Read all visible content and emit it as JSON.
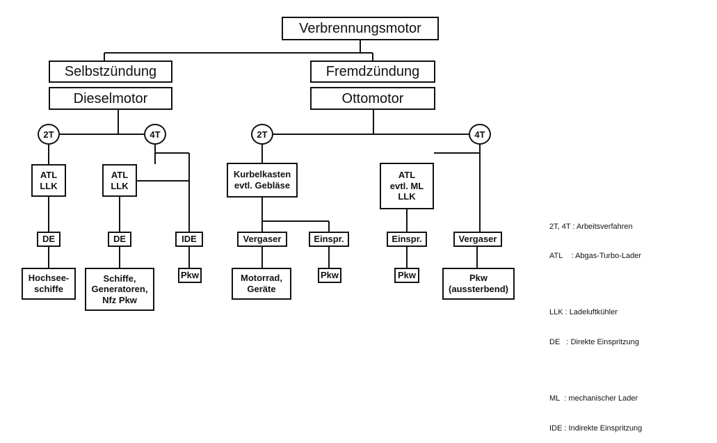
{
  "root": "Verbrennungsmotor",
  "left": {
    "ignition": "Selbstzündung",
    "engine": "Dieselmotor",
    "stroke_2t": "2T",
    "stroke_4t": "4T",
    "two_stroke": {
      "charging": [
        "ATL",
        "LLK"
      ],
      "injection": "DE",
      "use": [
        "Hochsee-",
        "schiffe"
      ]
    },
    "four_stroke": {
      "charging": [
        "ATL",
        "LLK"
      ],
      "injection_de": "DE",
      "use_de": [
        "Schiffe,",
        "Generatoren,",
        "Nfz Pkw"
      ],
      "injection_ide": "IDE",
      "use_ide": "Pkw"
    }
  },
  "right": {
    "ignition": "Fremdzündung",
    "engine": "Ottomotor",
    "stroke_2t": "2T",
    "stroke_4t": "4T",
    "two_stroke": {
      "charging": [
        "Kurbelkasten",
        "evtl. Gebläse"
      ],
      "mixture_a": "Vergaser",
      "use_a": [
        "Motorrad,",
        "Geräte"
      ],
      "mixture_b": "Einspr.",
      "use_b": "Pkw"
    },
    "four_stroke": {
      "charging": [
        "ATL",
        "evtl. ML",
        "LLK"
      ],
      "mixture_a": "Einspr.",
      "use_a": "Pkw",
      "mixture_b": "Vergaser",
      "use_b": [
        "Pkw",
        "(aussterbend)"
      ]
    }
  },
  "legend": [
    [
      "2T, 4T",
      "Arbeitsverfahren"
    ],
    [
      "ATL",
      "Abgas-Turbo-Lader"
    ],
    [
      "LLK",
      "Ladeluftkühler"
    ],
    [
      "DE",
      "Direkte Einspritzung"
    ],
    [
      "ML",
      "mechanischer Lader"
    ],
    [
      "IDE",
      "Indirekte Einspritzung"
    ]
  ]
}
